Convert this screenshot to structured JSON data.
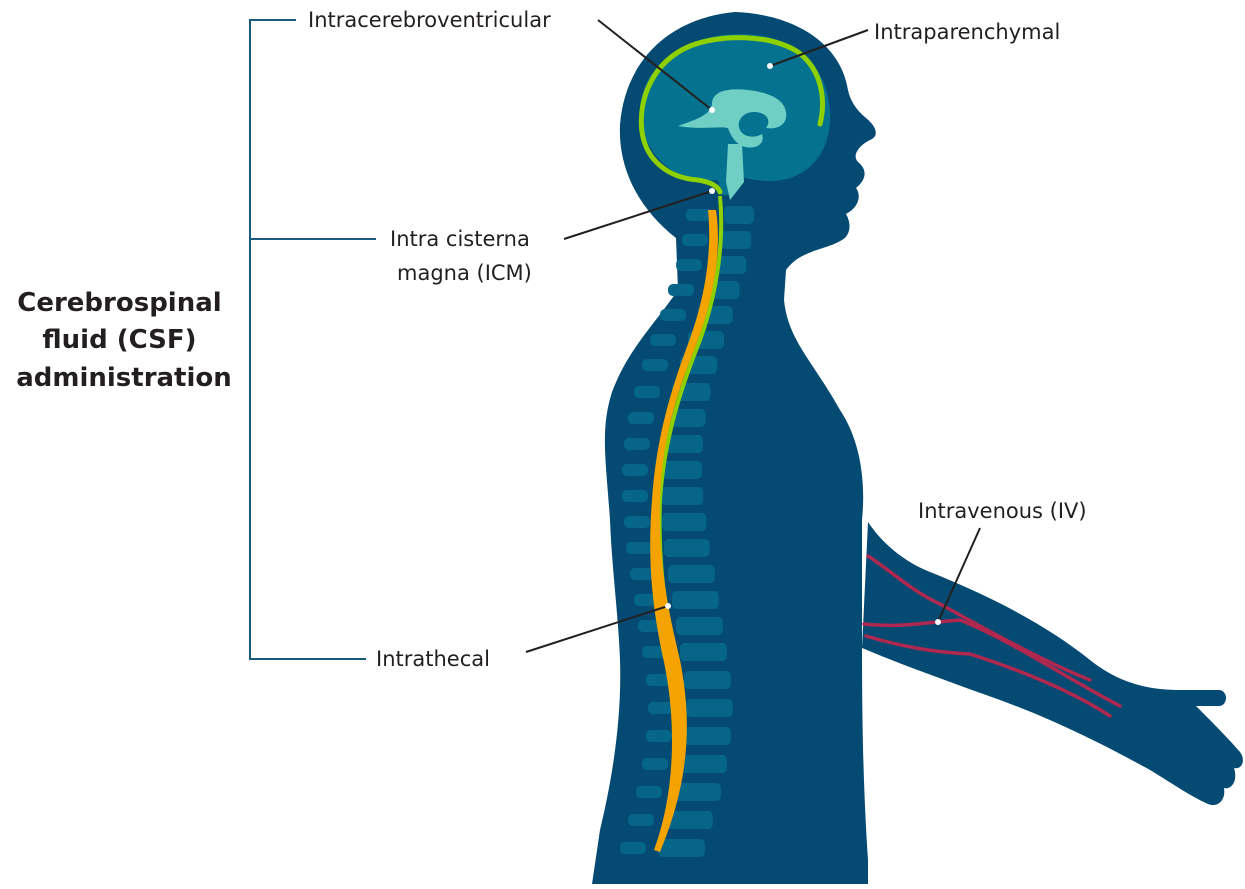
{
  "diagram": {
    "group_label": [
      "Cerebrospinal",
      "fluid (CSF)",
      "administration"
    ],
    "labels": {
      "icv": "Intracerebroventricular",
      "ipc": "Intraparenchymal",
      "icm": [
        "Intra cisterna",
        "magna (ICM)"
      ],
      "it": "Intrathecal",
      "iv": "Intravenous (IV)"
    }
  },
  "colors": {
    "body": "#044a72",
    "brain": "#05728f",
    "ventricles": "#6fcfc4",
    "csf_space": "#8fd100",
    "spine_vertebrae": "#06668a",
    "intrathecal_needle": "#f5a300",
    "veins": "#b0284f",
    "bracket": "#1a5a7a",
    "leader_lines": "#231f20"
  }
}
